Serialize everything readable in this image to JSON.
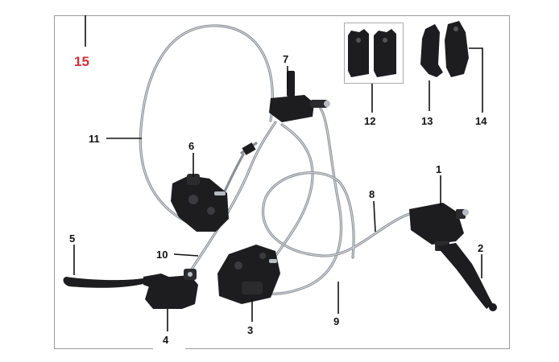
{
  "diagram": {
    "set_label": "15",
    "set_label_color": "#d0323a",
    "frame_color": "#9a9a9a",
    "hose_color": "#8c9096",
    "part_color": "#1d1d1f",
    "callouts": [
      "1",
      "2",
      "3",
      "4",
      "5",
      "6",
      "7",
      "8",
      "9",
      "10",
      "11",
      "12",
      "13",
      "14"
    ]
  }
}
